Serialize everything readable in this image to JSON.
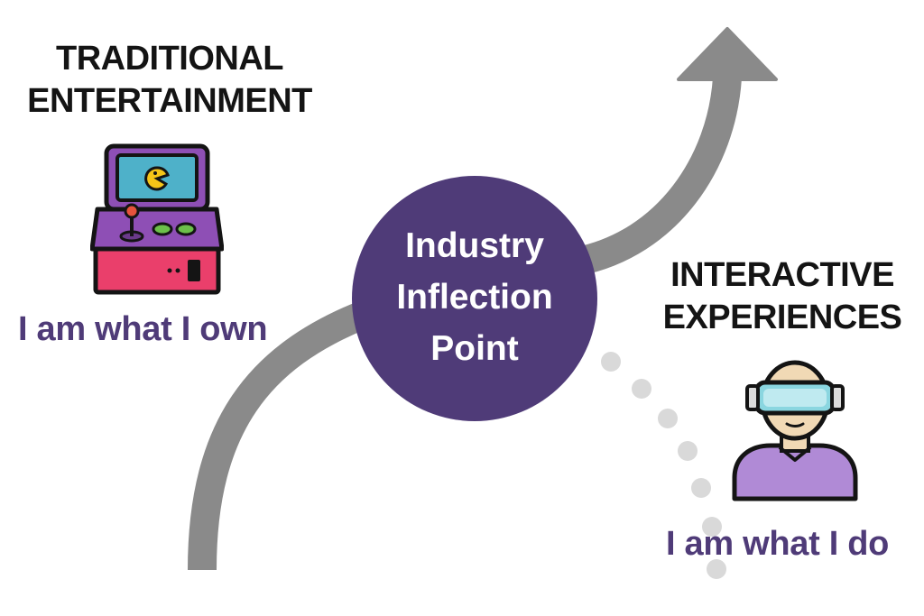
{
  "left": {
    "heading_line1": "TRADITIONAL",
    "heading_line2": "ENTERTAINMENT",
    "tagline": "I am what I own",
    "icon": "arcade-machine-icon"
  },
  "center": {
    "line1": "Industry",
    "line2": "Inflection",
    "line3": "Point"
  },
  "right": {
    "heading_line1": "INTERACTIVE",
    "heading_line2": "EXPERIENCES",
    "tagline": "I am what I do",
    "icon": "vr-headset-person-icon"
  },
  "colors": {
    "accent_purple": "#4f3b78",
    "curve_gray": "#8a8a8a",
    "dot_gray": "#d9d9d9"
  }
}
